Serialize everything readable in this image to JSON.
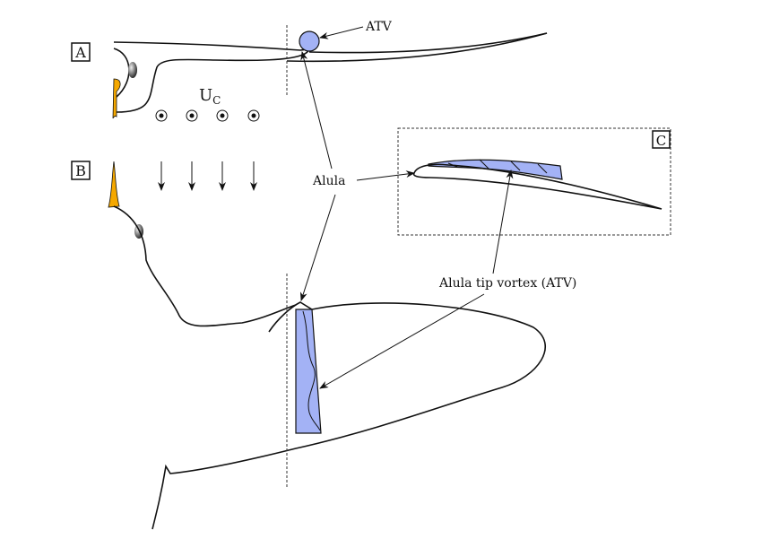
{
  "labels": {
    "panel_a": "A",
    "panel_b": "B",
    "panel_c": "C",
    "atv": "ATV",
    "uc_main": "U",
    "uc_sub": "C",
    "alula": "Alula",
    "alula_tip_vortex": "Alula tip vortex (ATV)"
  },
  "colors": {
    "alula_fill": "#a3b2f5",
    "leg_fill": "#f5a800"
  }
}
